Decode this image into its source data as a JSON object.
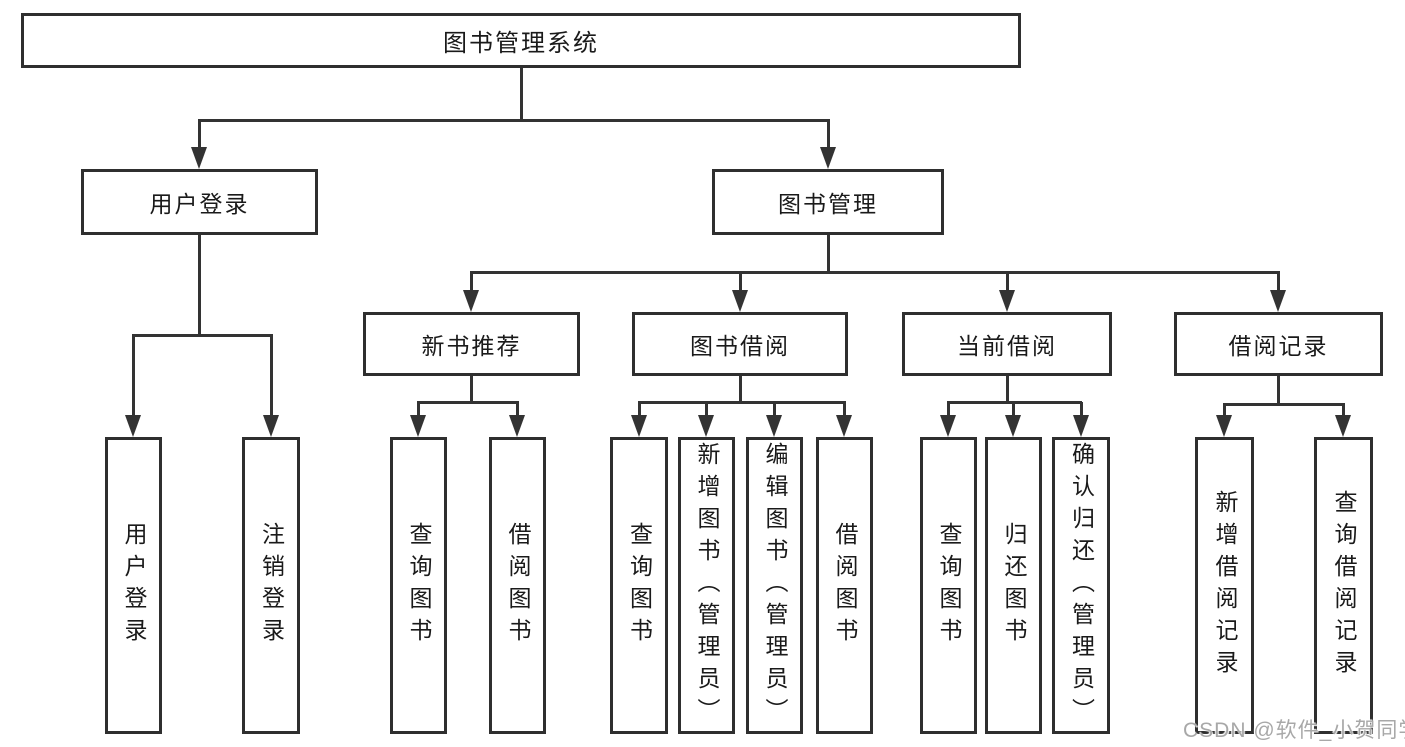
{
  "diagram": {
    "colors": {
      "line": "#333333",
      "border": "#2f2f2f",
      "text": "#1a1a1a",
      "background": "#ffffff",
      "watermark": "#a8a8a8"
    },
    "watermark": {
      "text": "CSDN @软件_小贺同学"
    },
    "tree": {
      "root": {
        "label": "图书管理系统",
        "children": [
          {
            "label": "用户登录",
            "children": [
              {
                "label": "用户登录"
              },
              {
                "label": "注销登录"
              }
            ]
          },
          {
            "label": "图书管理",
            "children": [
              {
                "label": "新书推荐",
                "children": [
                  {
                    "label": "查询图书"
                  },
                  {
                    "label": "借阅图书"
                  }
                ]
              },
              {
                "label": "图书借阅",
                "children": [
                  {
                    "label": "查询图书"
                  },
                  {
                    "label": "新增图书（管理员）"
                  },
                  {
                    "label": "编辑图书（管理员）"
                  },
                  {
                    "label": "借阅图书"
                  }
                ]
              },
              {
                "label": "当前借阅",
                "children": [
                  {
                    "label": "查询图书"
                  },
                  {
                    "label": "归还图书"
                  },
                  {
                    "label": "确认归还（管理员）"
                  }
                ]
              },
              {
                "label": "借阅记录",
                "children": [
                  {
                    "label": "新增借阅记录"
                  },
                  {
                    "label": "查询借阅记录"
                  }
                ]
              }
            ]
          }
        ]
      }
    }
  }
}
